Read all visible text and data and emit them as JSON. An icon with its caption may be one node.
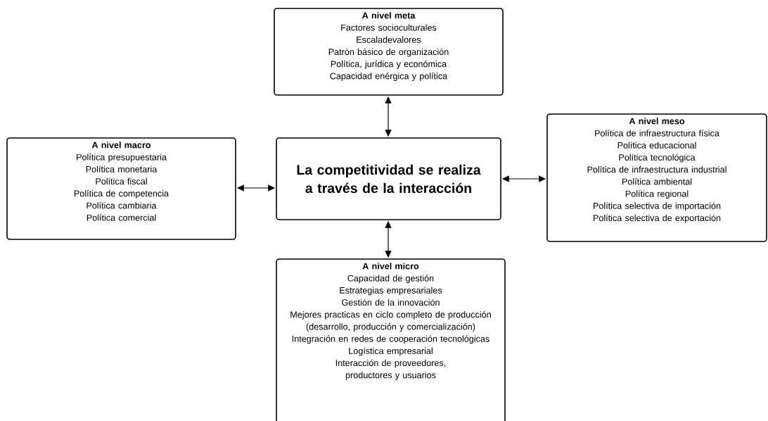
{
  "diagram": {
    "nodes": [
      {
        "text": [
          "La competitividad se realiza a través de la interacción"
        ]
      },
      {
        "text": [
          "A nivel meta",
          "Factores socioculturales",
          "Escaladevalores",
          "Patrón básico de organización",
          "Política, jurídica y económica",
          "Capacidad enérgica y política"
        ]
      },
      {
        "text": [
          "A nivel macro",
          "Política presupuestaria",
          "Política monetaria",
          "Política fiscal",
          "Política de competencia",
          "Política cambiaria",
          "Política comercial"
        ]
      },
      {
        "text": [
          "A nivel meso",
          "Política de infraestructura física",
          "Política educacional",
          "Política tecnológica",
          "Política de infraestructura industrial",
          "Política ambiental",
          "Política regional",
          "Política selectiva de importación",
          "Política selectiva de exportación"
        ]
      },
      {
        "text": [
          "A nivel micro",
          "Capacidad de gestión",
          "Estrategias empresariales",
          "Gestión de la innovación",
          "Mejores practicas en ciclo completo de producción (desarrollo, producción y comercialización)",
          "Integración en redes de cooperación tecnológicas",
          "Logística empresarial",
          "Interacción de proveedores, productores y usuarios"
        ]
      }
    ],
    "edges": [
      {
        "from": 0,
        "to": 1,
        "arrow": "both"
      },
      {
        "from": 0,
        "to": 2,
        "arrow": "both"
      },
      {
        "from": 0,
        "to": 3,
        "arrow": "both"
      },
      {
        "from": 0,
        "to": 4,
        "arrow": "both"
      }
    ]
  }
}
